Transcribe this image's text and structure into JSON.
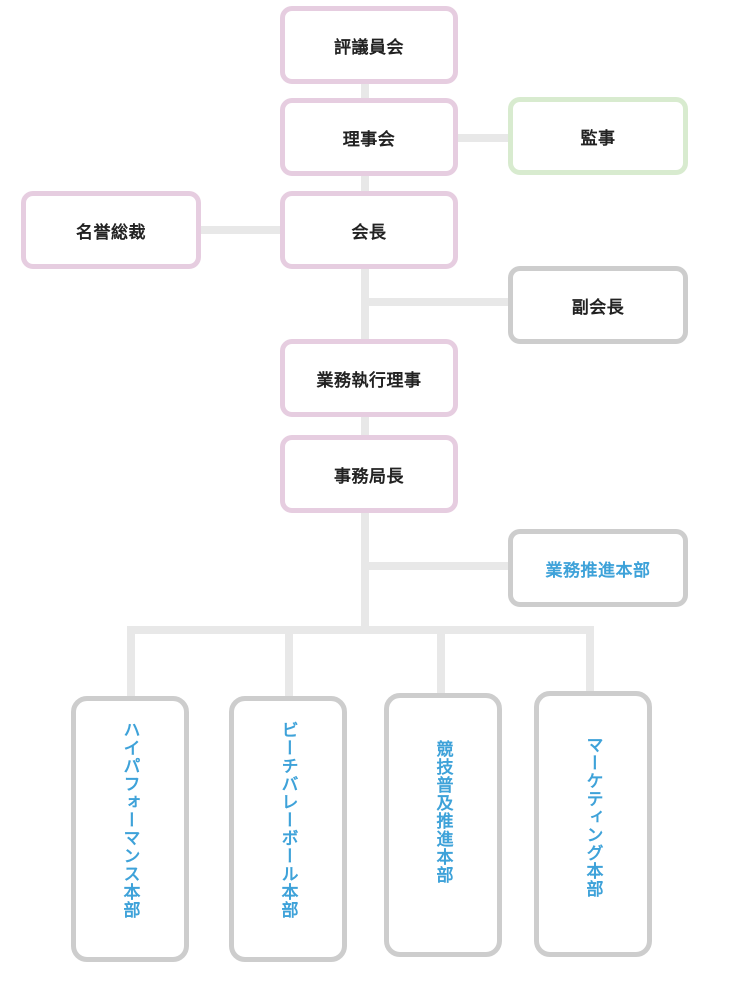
{
  "boxes": {
    "hyogiinkai": "評議員会",
    "rijikai": "理事会",
    "kanji": "監事",
    "meiyo_sosai": "名誉総裁",
    "kaicho": "会長",
    "fukukaicho": "副会長",
    "gyomu_shikko_riji": "業務執行理事",
    "jimukyokucho": "事務局長",
    "gyomu_suishin_honbu": "業務推進本部"
  },
  "departments": [
    {
      "label": "ハイパフォーマンス本部"
    },
    {
      "label": "ビーチバレーボール本部"
    },
    {
      "label": "競技普及推進本部"
    },
    {
      "label": "マーケティング本部"
    }
  ],
  "colors": {
    "executive_border": "#e6cde0",
    "auditor_border": "#d8ebcf",
    "department_border": "#cdcdcd",
    "connector": "#e8e8e8",
    "department_text": "#3ea2d9"
  }
}
